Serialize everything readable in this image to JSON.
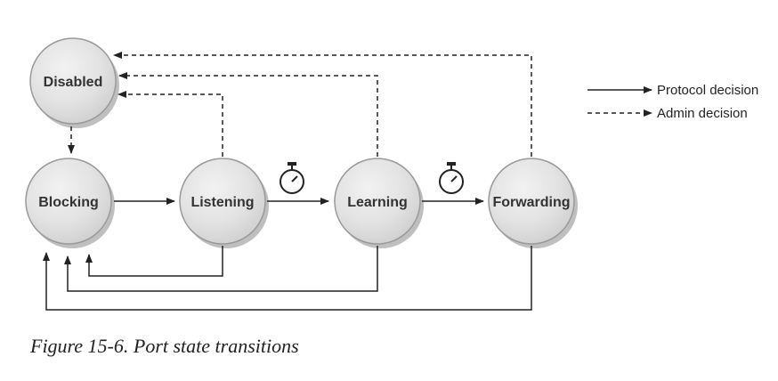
{
  "states": {
    "disabled": "Disabled",
    "blocking": "Blocking",
    "listening": "Listening",
    "learning": "Learning",
    "forwarding": "Forwarding"
  },
  "legend": {
    "protocol": "Protocol decision",
    "admin": "Admin decision"
  },
  "timer_icon": "stopwatch-icon",
  "caption": "Figure 15-6. Port state transitions"
}
